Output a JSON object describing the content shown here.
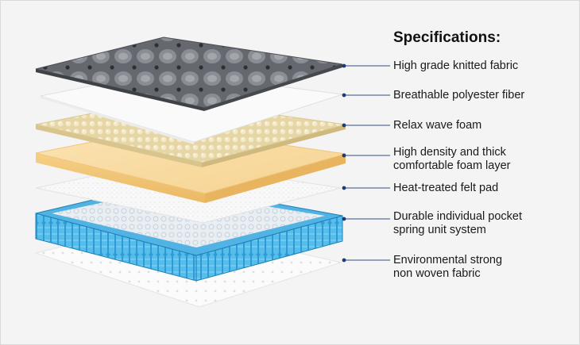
{
  "title": "Specifications:",
  "layers": [
    {
      "id": "knitted-fabric",
      "lines": [
        "High grade knitted fabric"
      ]
    },
    {
      "id": "polyester-fiber",
      "lines": [
        "Breathable polyester fiber"
      ]
    },
    {
      "id": "wave-foam",
      "lines": [
        "Relax wave foam"
      ]
    },
    {
      "id": "density-foam",
      "lines": [
        "High density and thick",
        "comfortable foam layer"
      ]
    },
    {
      "id": "felt-pad",
      "lines": [
        "Heat-treated felt pad"
      ]
    },
    {
      "id": "pocket-spring",
      "lines": [
        "Durable individual pocket",
        "spring unit system"
      ]
    },
    {
      "id": "non-woven",
      "lines": [
        "Environmental strong",
        "non woven fabric"
      ]
    }
  ],
  "colors": {
    "background": "#f4f4f4",
    "leader": "#2f4f86",
    "fabric": "#6a6d73",
    "fiber": "#f7f7f7",
    "wave_foam": "#e9dcb0",
    "density_foam": "#f8d799",
    "felt": "#f9f9f9",
    "spring": "#3aa7dc",
    "non_woven": "#fbfbfb"
  }
}
